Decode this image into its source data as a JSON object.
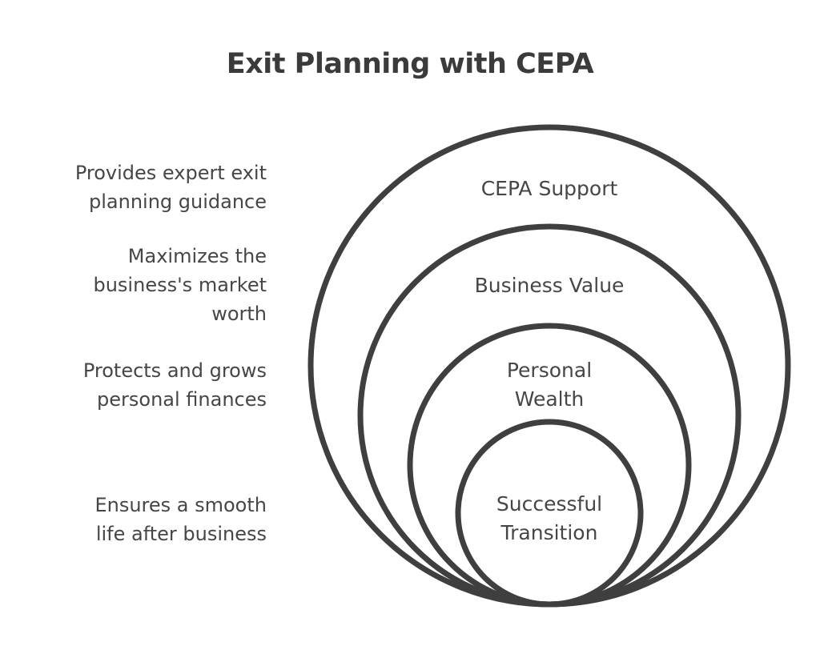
{
  "title": "Exit Planning with CEPA",
  "colors": {
    "ink": "#3f3f3f",
    "text": "#464646",
    "background": "#ffffff"
  },
  "annotations": [
    {
      "id": "cepa-support",
      "text": "Provides expert exit\nplanning guidance"
    },
    {
      "id": "business-value",
      "text": "Maximizes the\nbusiness's market\nworth"
    },
    {
      "id": "personal-wealth",
      "text": "Protects and grows\npersonal finances"
    },
    {
      "id": "successful-transition",
      "text": "Ensures a smooth\nlife after business"
    }
  ],
  "rings": [
    {
      "id": "cepa-support",
      "label": "CEPA Support"
    },
    {
      "id": "business-value",
      "label": "Business Value"
    },
    {
      "id": "personal-wealth",
      "label": "Personal\nWealth"
    },
    {
      "id": "successful-transition",
      "label": "Successful\nTransition"
    }
  ]
}
